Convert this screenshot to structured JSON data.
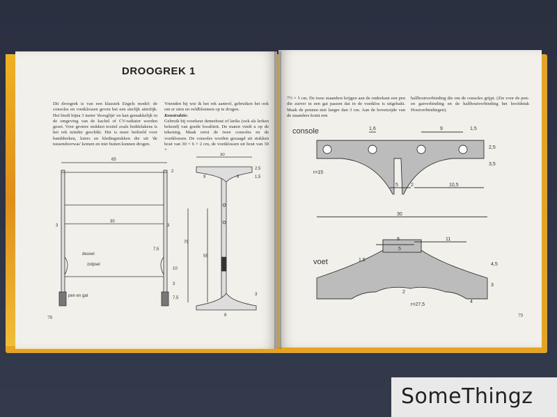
{
  "book": {
    "left_page": {
      "title": "DROOGREK 1",
      "column_a": "Dit droogrek is van een klassiek Engels model: de consoles en voetklossen geven het een sierlijk uiterlijk. Het biedt bijna 3 meter 'drooglijn' en kan gemakkelijk in de omgeving van de kachel of CV-radiator worden gezet. Voor grotere stukken textiel zoals beddelakens is het rek minder geschikt. Het is meer bedoeld voor handdoeken, luiers en kledingstukken die uit 'de tussendoorwas' komen en niet buiten kunnen drogen.",
      "column_b_intro": "Vrienden bij wie ik het rek aantrof, gebruiken het ook om er uien en veldbloemen op te drogen.",
      "column_b_heading": "Konstruktie:",
      "column_b_body": "Gebruik bij voorkeur dennehout of lariks (ook als lerken bekend) van goede kwaliteit. De maten vindt u op de tekening. Maak eerst de twee consoles en de voetklossen. De consoles worden gezaagd uit stukken hout van 30 × 6 × 2 cm, de voetklossen uit hout van 30 ×",
      "page_number": "78",
      "drawing_labels": [
        "65",
        "2",
        "3",
        "30",
        "3",
        "deuvel",
        "zolpsel",
        "pen en gat",
        "7,5",
        "10",
        "3",
        "7,5",
        "75",
        "55",
        "30",
        "2,5",
        "9",
        "9",
        "1,5",
        "3",
        "8"
      ]
    },
    "right_page": {
      "column_c": "7½ × 5 cm. De twee staanders krijgen aan de onderkant een pen die zuiver in een gat passen dat in de voetklos is uitgehakt. Maak de pennen niet langer dan 3 cm. Aan de bovenzijde van de staanders komt een",
      "column_d": "halfhoutverbinding die om de consoles grijpt. (Zie voor de pen- en gatverbinding en de halfhoutverbinding het hoofdstuk Houtverbindingen).",
      "page_number": "79",
      "console_label": "console",
      "console_dims": [
        "1,6",
        "9",
        "1,5",
        "2,5",
        "3,5",
        "5",
        "2",
        "10,5"
      ],
      "console_radius": "r=15",
      "voet_label": "voet",
      "voet_dims": [
        "30",
        "8",
        "11",
        "5",
        "1,5",
        "4,5",
        "3",
        "2",
        "4"
      ],
      "voet_radius": "r=27,5"
    }
  },
  "watermark": {
    "text": "SomeThingz"
  },
  "colors": {
    "cover": "#e7a31e",
    "page": "#f2f0ea",
    "ink": "#333333",
    "wood_fill": "#bcbcbc",
    "background": "#2e3545"
  }
}
